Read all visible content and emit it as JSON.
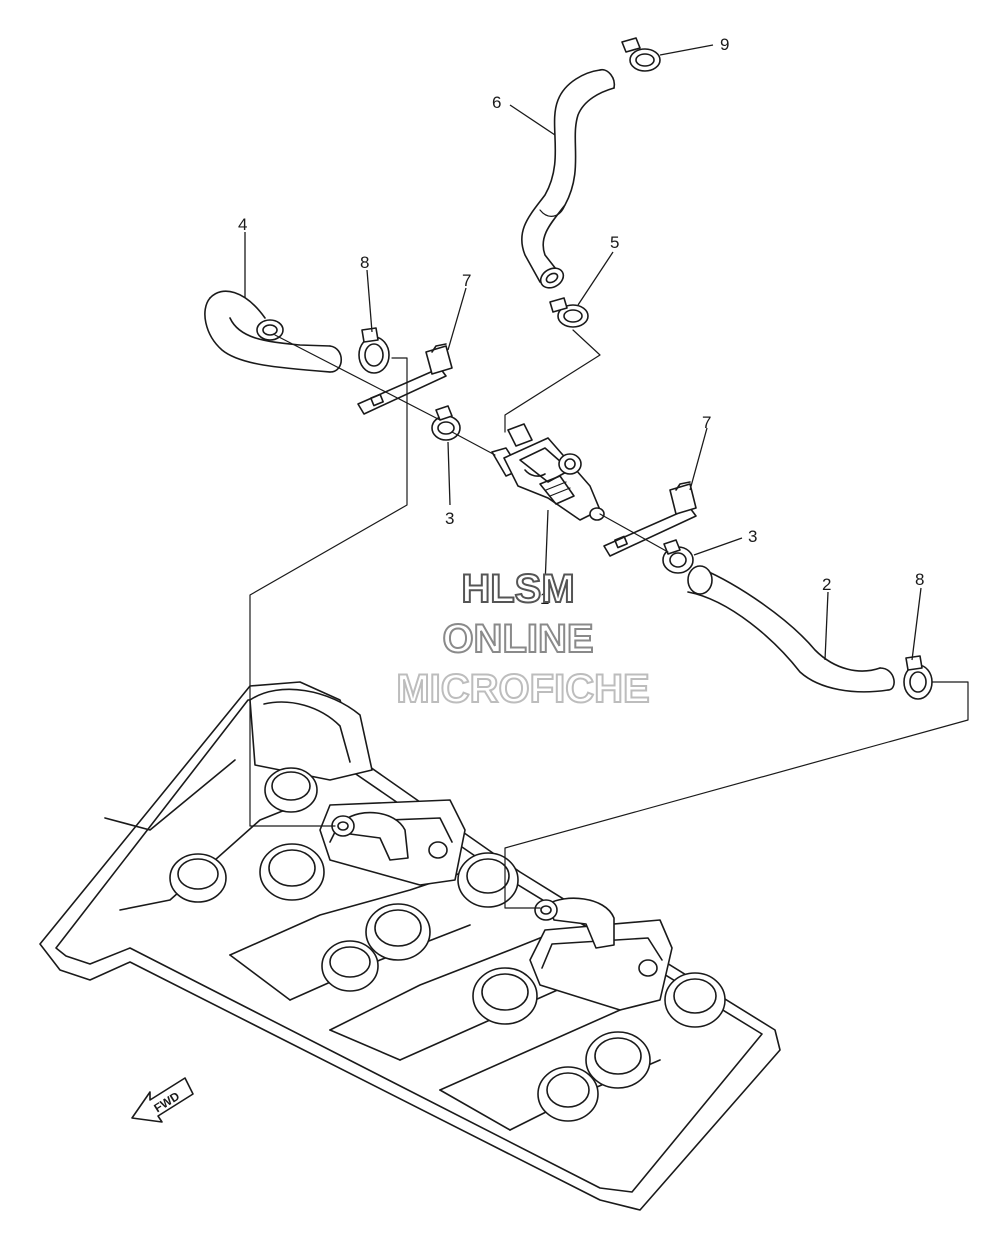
{
  "callouts": {
    "c1": "1",
    "c2": "2",
    "c3a": "3",
    "c3b": "3",
    "c4": "4",
    "c5": "5",
    "c6": "6",
    "c7a": "7",
    "c7b": "7",
    "c8a": "8",
    "c8b": "8",
    "c9": "9"
  },
  "watermark": {
    "line1": "HLSM",
    "line2": "ONLINE",
    "line3": "MICROFICHE",
    "color1": "#555555",
    "color2": "#8a8a8a",
    "color3": "#bdbdbd"
  },
  "fwd_label": "FWD"
}
